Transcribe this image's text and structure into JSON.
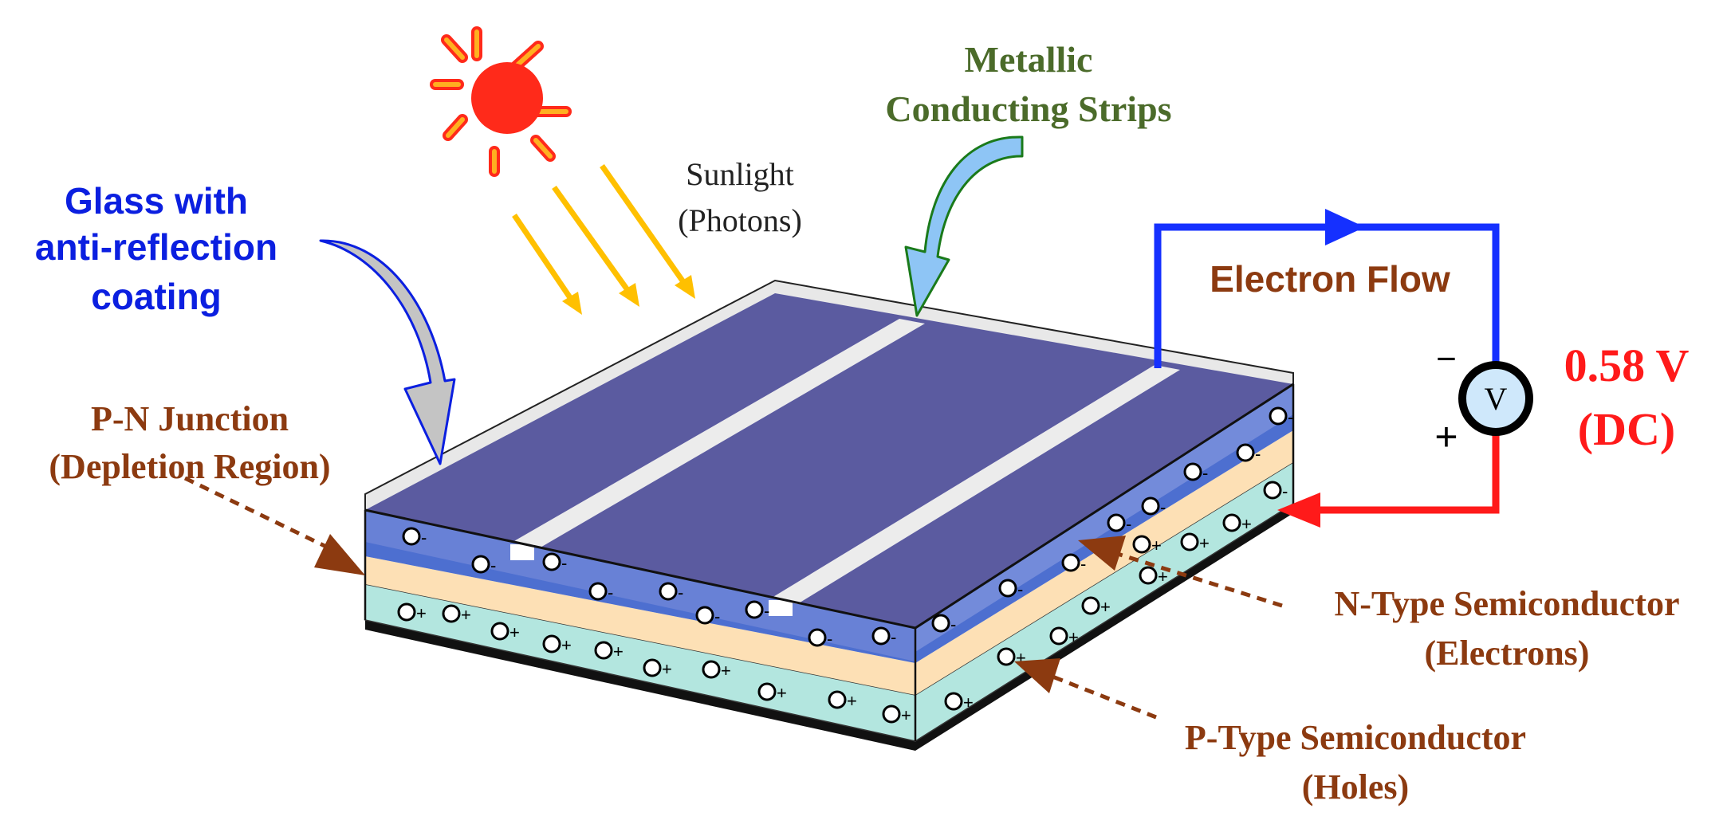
{
  "labels": {
    "glass": [
      "Glass with",
      "anti-reflection",
      "coating"
    ],
    "sunlight": [
      "Sunlight",
      "(Photons)"
    ],
    "metallic": [
      "Metallic",
      "Conducting Strips"
    ],
    "electron_flow": "Electron Flow",
    "voltage": [
      "0.58 V",
      "(DC)"
    ],
    "pn_junction": [
      "P-N Junction",
      "(Depletion Region)"
    ],
    "n_type": [
      "N-Type Semiconductor",
      "(Electrons)"
    ],
    "p_type": [
      "P-Type Semiconductor",
      "(Holes)"
    ],
    "meter": "V",
    "minus": "−",
    "plus": "+",
    "electron_sign": "-",
    "hole_sign": "+"
  },
  "colors": {
    "glass_label": "#0b1fe0",
    "metallic_label": "#4b6b2a",
    "brown_label": "#8c3a10",
    "voltage_label": "#ff1a1a",
    "wire_negative": "#1530ff",
    "wire_positive": "#ff1a1a",
    "sun": "#ff2a1a",
    "sun_rays": "#ffb020",
    "photon_arrows": "#ffc000",
    "cell_top": "#5b5ba0",
    "n_layer": "#4d6fd0",
    "depletion_layer": "#fde0b5",
    "p_layer": "#b3e6df",
    "metallic_arrow": "#8ec5f5",
    "glass_arrow": "#c4c4c4"
  },
  "icons": {
    "sun": "sun-icon",
    "voltmeter": "voltmeter-icon"
  }
}
